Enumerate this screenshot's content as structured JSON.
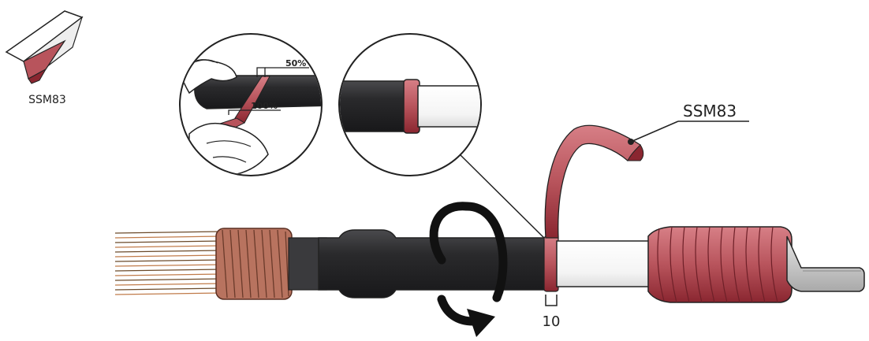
{
  "labels": {
    "tape_roll_label": "SSM83",
    "tape_callout_label": "SSM83",
    "overlap_50": "50%",
    "overlap_100": "100%",
    "dimension_value": "10"
  },
  "colors": {
    "tape_red": "#b8545c",
    "tape_dark": "#8a2630",
    "cable_black": "#2f2f31",
    "cable_highlight": "#5a5a5e",
    "insulation_white": "#ffffff",
    "copper": "#b8735f",
    "lug_grey": "#c8c8c8",
    "outline": "#222222"
  }
}
